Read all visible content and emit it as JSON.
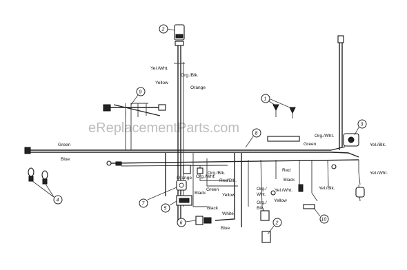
{
  "watermark": "eReplacementParts.com",
  "callouts": [
    "2",
    "9",
    "1",
    "8",
    "3",
    "4",
    "7",
    "5",
    "6",
    "2",
    "10"
  ],
  "wire_labels": {
    "top_yel_wht": "Yel./Wht.",
    "top_org_blk": "Org./Blk.",
    "top_yellow": "Yellow",
    "top_orange": "Orange",
    "green_left": "Green",
    "blue_left": "Blue",
    "org_wht_right": "Org./Wht.",
    "green_mid": "Green",
    "yel_blk_right": "Yel./Blk.",
    "yel_wht_right": "Yel./Wht.",
    "org_blk_mid": "Org./Blk.",
    "orange_mid": "Orange",
    "org_wht_mid": "Org./Wht.",
    "red_blk": "Red/Blk.",
    "green_center": "Green",
    "yellow_center": "Yellow",
    "black_center": "Black",
    "black_lower": "Black",
    "white_lower": "White",
    "blue_lower": "Blue",
    "red_right": "Red",
    "black_right": "Black",
    "yel_blk_lower": "Yel./Blk.",
    "org_wht_lower_1": "Org./",
    "org_wht_lower_2": "Wht.",
    "yel_wht_lower": "Yel./Wht.",
    "org_blk_lower_1": "Org./",
    "org_blk_lower_2": "Blk.",
    "yellow_lower": "Yellow"
  }
}
